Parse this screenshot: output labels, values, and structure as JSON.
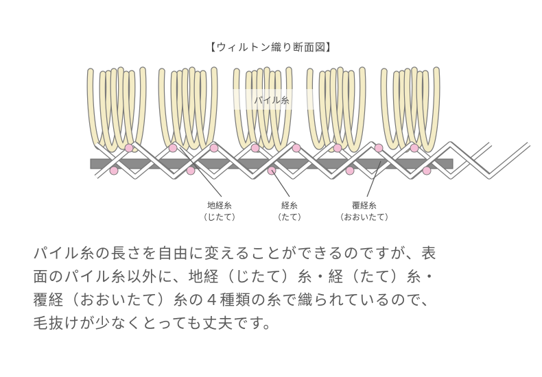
{
  "diagram": {
    "title": "【ウィルトン織り断面図】",
    "labels": {
      "pile": "パイル糸",
      "ground_warp": "地経糸",
      "ground_warp_reading": "（じたて）",
      "warp": "経糸",
      "warp_reading": "（たて）",
      "cover_warp": "覆経糸",
      "cover_warp_reading": "（おおいたて）"
    },
    "colors": {
      "pile_fill": "#f4ecc6",
      "pile_stroke": "#7a7a7a",
      "weft": "#f4bfd6",
      "ground_bar": "#8c8c8c",
      "cover_thread": "#ffffff"
    }
  },
  "description": {
    "lines": [
      "パイル糸の長さを自由に変えることができるのですが、表",
      "面のパイル糸以外に、地経（じたて）糸・経（たて）糸・",
      "覆経（おおいたて）糸の４種類の糸で織られているので、",
      "毛抜けが少なくとっても丈夫です。"
    ]
  }
}
